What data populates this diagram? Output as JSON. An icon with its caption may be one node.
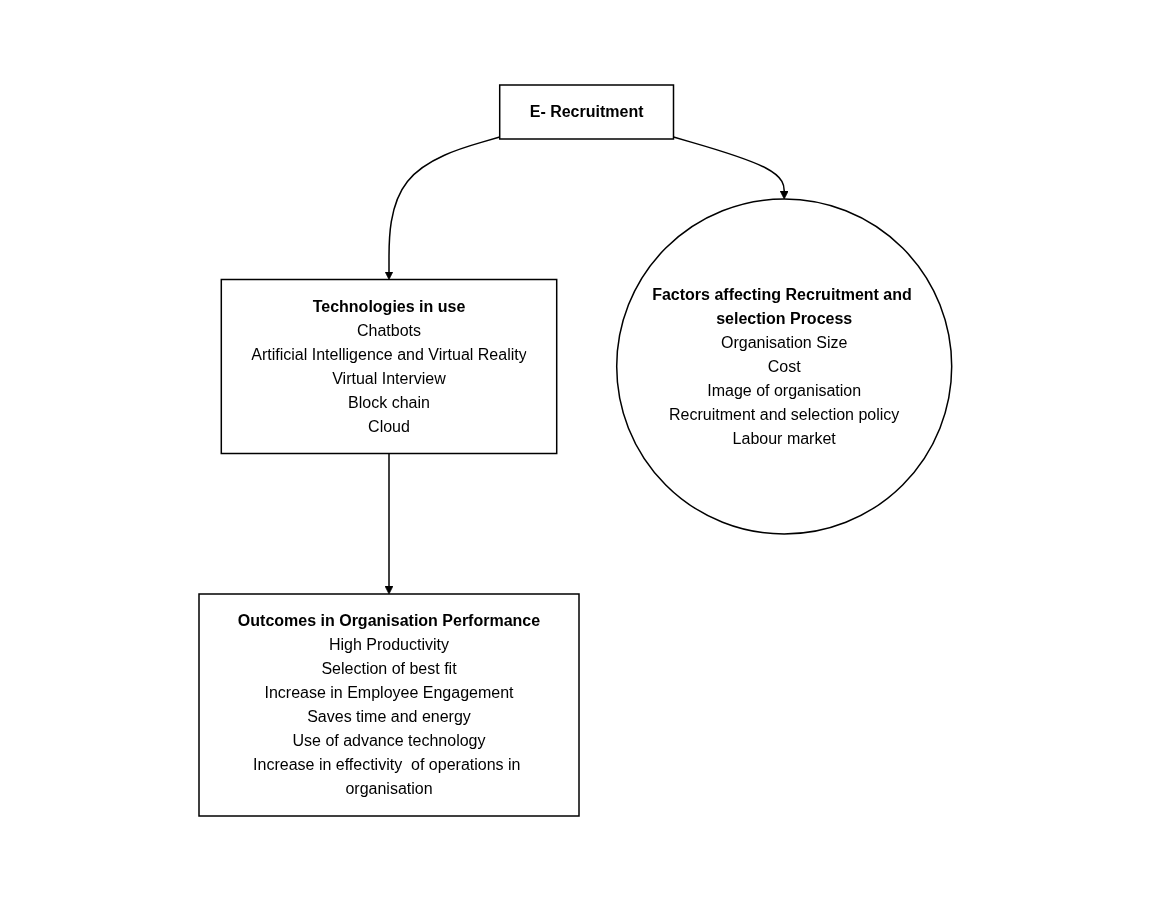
{
  "diagram": {
    "nodes": [
      {
        "text": [
          "E- Recruitment"
        ]
      },
      {
        "text": [
          "Technologies in use",
          "Chatbots",
          "Artificial Intelligence and Virtual Reality",
          "Virtual Interview",
          "Block chain",
          "Cloud"
        ]
      },
      {
        "text": [
          "Factors affecting Recruitment and selection Process",
          "Organisation Size",
          "Cost",
          "Image of organisation",
          "Recruitment and selection policy",
          "Labour market"
        ]
      },
      {
        "text": [
          "Outcomes in Organisation Performance",
          "High Productivity",
          "Selection of best fit",
          "Increase in Employee Engagement",
          "Saves time and energy",
          "Use of advance technology",
          "Increase in effectivity  of operations in organisation"
        ]
      }
    ],
    "edges": [
      {
        "from": 0,
        "to": 1,
        "arrow": "to"
      },
      {
        "from": 0,
        "to": 2,
        "arrow": "to"
      },
      {
        "from": 1,
        "to": 3,
        "arrow": "to"
      }
    ]
  }
}
